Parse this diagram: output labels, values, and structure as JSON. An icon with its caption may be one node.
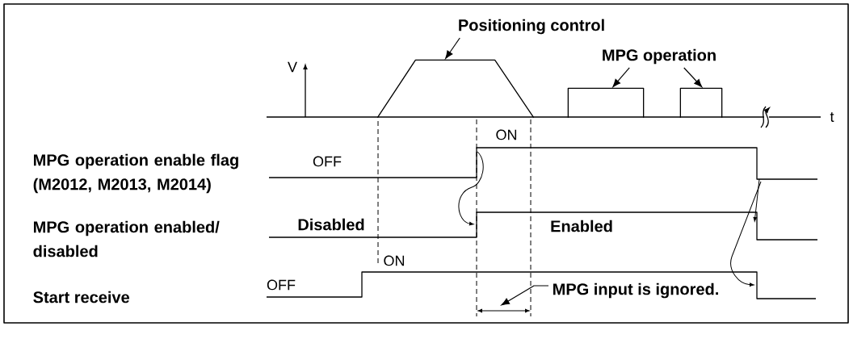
{
  "diagram": {
    "nodes": [
      {
        "text": [
          "Positioning control"
        ]
      },
      {
        "text": [],
        "shape": "trapezoid"
      },
      {
        "text": [
          "MPG operation"
        ]
      },
      {
        "text": [],
        "shape": "box"
      },
      {
        "text": [],
        "shape": "box"
      },
      {
        "text": [
          "MPG input is ignored."
        ]
      }
    ],
    "edges": [
      {
        "from": 0,
        "to": 1,
        "arrow": "to"
      },
      {
        "from": 2,
        "to": 3,
        "arrow": "to"
      },
      {
        "from": 2,
        "to": 4,
        "arrow": "to"
      },
      {
        "from": 5,
        "to": null,
        "arrow": "to"
      }
    ],
    "labels": [
      "V",
      "t",
      "ON",
      "MPG operation enable flag (M2012, M2013, M2014)",
      "OFF",
      "MPG operation enabled/ disabled",
      "Disabled",
      "Enabled",
      "ON",
      "OFF",
      "Start receive"
    ]
  }
}
